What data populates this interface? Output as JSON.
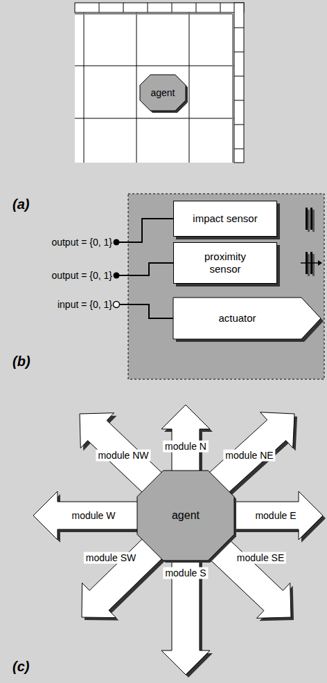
{
  "diagram": {
    "nodes": [
      {
        "text": [
          "agent"
        ]
      },
      {
        "text": [
          "impact sensor"
        ]
      },
      {
        "text": [
          "proximity sensor"
        ]
      },
      {
        "text": [
          "actuator"
        ]
      },
      {
        "text": [
          "module N"
        ]
      },
      {
        "text": [
          "module NW"
        ]
      },
      {
        "text": [
          "module NE"
        ]
      },
      {
        "text": [
          "module W"
        ]
      },
      {
        "text": [
          "agent"
        ]
      },
      {
        "text": [
          "module E"
        ]
      },
      {
        "text": [
          "module SW"
        ]
      },
      {
        "text": [
          "module SE"
        ]
      },
      {
        "text": [
          "module S"
        ]
      }
    ],
    "labels": [
      "(a)",
      "output = {0, 1}",
      "output = {0, 1}",
      "input = {0, 1}",
      "(b)",
      "(c)"
    ]
  }
}
